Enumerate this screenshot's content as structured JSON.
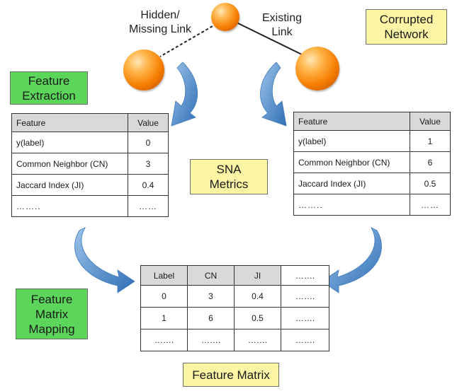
{
  "network": {
    "hidden_link_label": [
      "Hidden/",
      "Missing Link"
    ],
    "existing_link_label": [
      "Existing",
      "Link"
    ],
    "corrupted_label": [
      "Corrupted",
      "Network"
    ]
  },
  "feature_extraction_label": [
    "Feature",
    "Extraction"
  ],
  "sna_label": [
    "SNA",
    "Metrics"
  ],
  "mapping_label": [
    "Feature",
    "Matrix",
    "Mapping"
  ],
  "feature_matrix_title": "Feature Matrix",
  "left_table": {
    "headers": [
      "Feature",
      "Value"
    ],
    "rows": [
      [
        "y(label)",
        "0"
      ],
      [
        "Common Neighbor (CN)",
        "3"
      ],
      [
        "Jaccard Index (JI)",
        "0.4"
      ],
      [
        "……..",
        "……"
      ]
    ]
  },
  "right_table": {
    "headers": [
      "Feature",
      "Value"
    ],
    "rows": [
      [
        "y(label)",
        "1"
      ],
      [
        "Common Neighbor (CN)",
        "6"
      ],
      [
        "Jaccard Index (JI)",
        "0.5"
      ],
      [
        "……..",
        "……"
      ]
    ]
  },
  "matrix": {
    "headers": [
      "Label",
      "CN",
      "JI",
      "……."
    ],
    "rows": [
      [
        "0",
        "3",
        "0.4",
        "……."
      ],
      [
        "1",
        "6",
        "0.5",
        "……."
      ],
      [
        "…….",
        "…….",
        "…….",
        "……."
      ]
    ]
  },
  "colors": {
    "node": "#f57c00",
    "callout_yellow": "#fcf5a6",
    "callout_green": "#5bd65b",
    "arrow": "#4a86c8",
    "table_header": "#d9d9d9"
  }
}
